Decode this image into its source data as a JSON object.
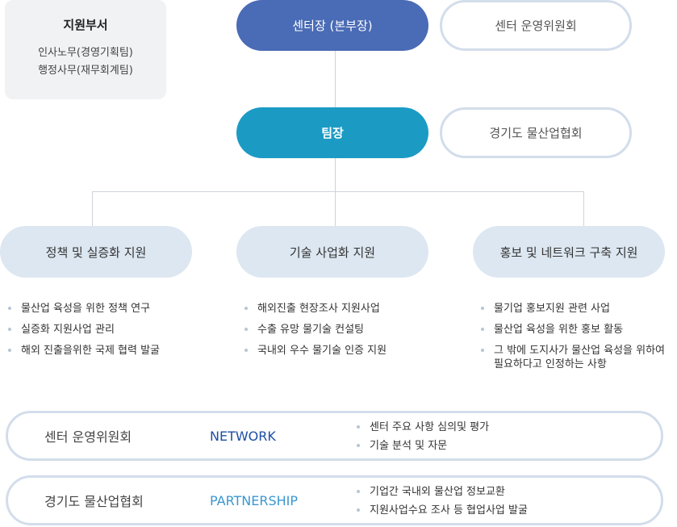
{
  "support": {
    "title": "지원부서",
    "lines": [
      "인사노무(경영기획팀)",
      "행정사무(재무회계팀)"
    ]
  },
  "top": {
    "director": "센터장 (본부장)",
    "committee": "센터 운영위원회",
    "team_lead": "팀장",
    "association": "경기도 물산업협회"
  },
  "divisions": [
    {
      "label": "정책 및 실증화 지원",
      "items": [
        "물산업 육성을 위한 정책 연구",
        "실증화 지원사업 관리",
        "해외 진출을위한 국제 협력 발굴"
      ]
    },
    {
      "label": "기술 사업화 지원",
      "items": [
        "해외진출 현장조사 지원사업",
        "수출 유망 물기술 컨설팅",
        "국내외 우수 물기술 인증 지원"
      ]
    },
    {
      "label": "홍보 및 네트워크 구축 지원",
      "items": [
        "물기업 홍보지원 관련 사업",
        "물산업 육성을 위한 홍보 활동",
        "그 밖에 도지사가 물산업 육성을 위하여 필요하다고 인정하는 사항"
      ]
    }
  ],
  "bottom": [
    {
      "name": "센터 운영위원회",
      "tag": "NETWORK",
      "tag_color": "#1d4fa3",
      "items": [
        "센터 주요 사항 심의및 평가",
        "기술 분석 및 자문"
      ]
    },
    {
      "name": "경기도 물산업협회",
      "tag": "PARTNERSHIP",
      "tag_color": "#3a97d0",
      "items": [
        "기업간 국내외 물산업 정보교환",
        "지원사업수요 조사 등 협업사업 발굴"
      ]
    }
  ]
}
